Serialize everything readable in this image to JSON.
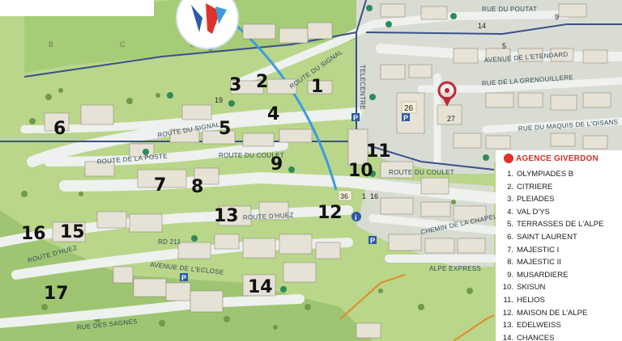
{
  "grid_letters": [
    "B",
    "C",
    "D"
  ],
  "streets": {
    "route_du_signal": "ROUTE DU SIGNAL",
    "route_du_signal_2": "ROUTE DU SIGNAL",
    "route_de_la_poste": "ROUTE DE LA POSTE",
    "route_du_coulet": "ROUTE DU COULET",
    "route_du_coulet_2": "ROUTE DU COULET",
    "route_d_huez": "ROUTE D'HUEZ",
    "route_d_huez_2": "ROUTE D'HUEZ",
    "rd211": "RD 211",
    "avenue_eclose": "AVENUE DE L'ECLOSE",
    "rue_des_sagnes": "RUE DES SAGNES",
    "avenue_etendard": "AVENUE DE L'ETENDARD",
    "rue_du_poutat": "RUE DU POUTAT",
    "rue_grenouillere": "RUE DE LA GRENOUILLERE",
    "rue_maquis": "RUE DU MAQUIS DE L'OISANS",
    "chemin_chapelle": "CHEMIN DE LA CHAPELLE",
    "alpe_express": "ALPE EXPRESS",
    "telecentre": "TELECENTRE"
  },
  "handwritten_numbers": [
    "3",
    "2",
    "1",
    "4",
    "5",
    "6",
    "7",
    "8",
    "9",
    "10",
    "11",
    "12",
    "13",
    "14",
    "15",
    "16",
    "17"
  ],
  "legend": {
    "title": "AGENCE GIVERDON",
    "items": [
      {
        "num": "1.",
        "name": "OLYMPIADES B"
      },
      {
        "num": "2.",
        "name": "CITRIERE"
      },
      {
        "num": "3.",
        "name": "PLEIADES"
      },
      {
        "num": "4.",
        "name": "VAL D'YS"
      },
      {
        "num": "5.",
        "name": "TERRASSES DE L'ALPE"
      },
      {
        "num": "6.",
        "name": "SAINT LAURENT"
      },
      {
        "num": "7.",
        "name": "MAJESTIC I"
      },
      {
        "num": "8.",
        "name": "MAJESTIC II"
      },
      {
        "num": "9.",
        "name": "MUSARDIERE"
      },
      {
        "num": "10.",
        "name": "SKISUN"
      },
      {
        "num": "11.",
        "name": "HELIOS"
      },
      {
        "num": "12.",
        "name": "MAISON DE L'ALPE"
      },
      {
        "num": "13.",
        "name": "EDELWEISS"
      },
      {
        "num": "14.",
        "name": "CHANCES"
      }
    ]
  },
  "colors": {
    "grass": "#b9d68a",
    "grass_dark": "#8fb866",
    "road": "#eef1ee",
    "building_roof": "#b9b7b0",
    "building_wall": "#e7e2d6",
    "district_line": "#3a4f88",
    "lift_line": "#3d9be0",
    "marker": "#c0283a",
    "accent_red": "#d0302a"
  },
  "icons": [
    "logo-icon",
    "location-marker-icon",
    "parking-icon",
    "recycle-icon",
    "info-icon"
  ],
  "badges": {
    "b26": "26",
    "b36": "36",
    "b16": "16",
    "b1": "1",
    "b19": "19",
    "b5": "5",
    "b9": "9",
    "b14": "14",
    "b27": "27"
  }
}
